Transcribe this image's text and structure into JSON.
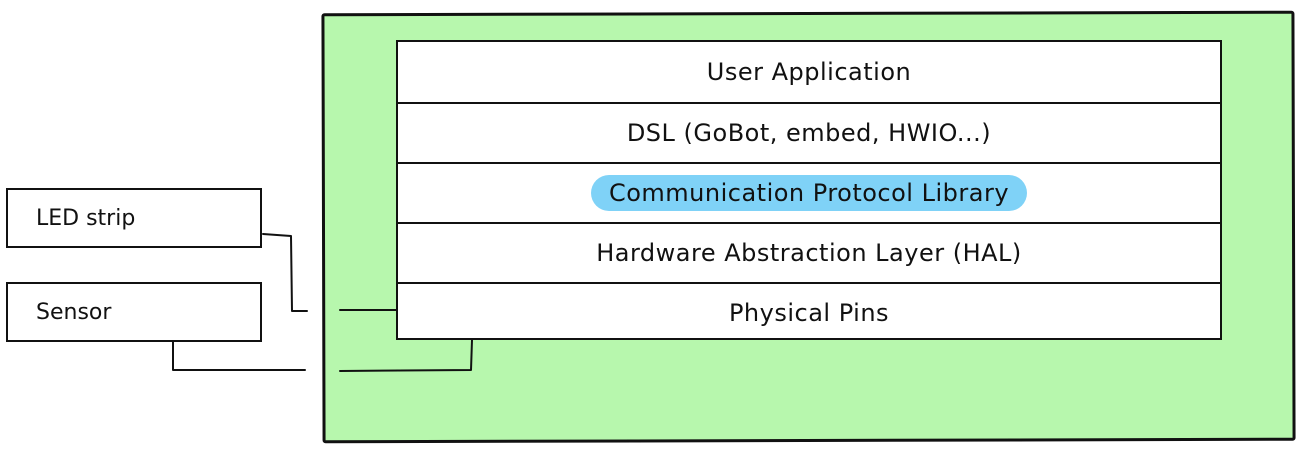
{
  "stack": {
    "layers": [
      {
        "label": "User Application"
      },
      {
        "label": "DSL (GoBot, embed, HWIO...)"
      },
      {
        "label": "Communication Protocol Library"
      },
      {
        "label": "Hardware Abstraction Layer (HAL)"
      },
      {
        "label": "Physical Pins"
      }
    ],
    "highlight_color": "#7fd2f7"
  },
  "devices": {
    "led": {
      "label": "LED strip"
    },
    "sensor": {
      "label": "Sensor"
    }
  },
  "colors": {
    "board": "#b7f7ad",
    "outline": "#111111",
    "layer_background": "#ffffff"
  }
}
